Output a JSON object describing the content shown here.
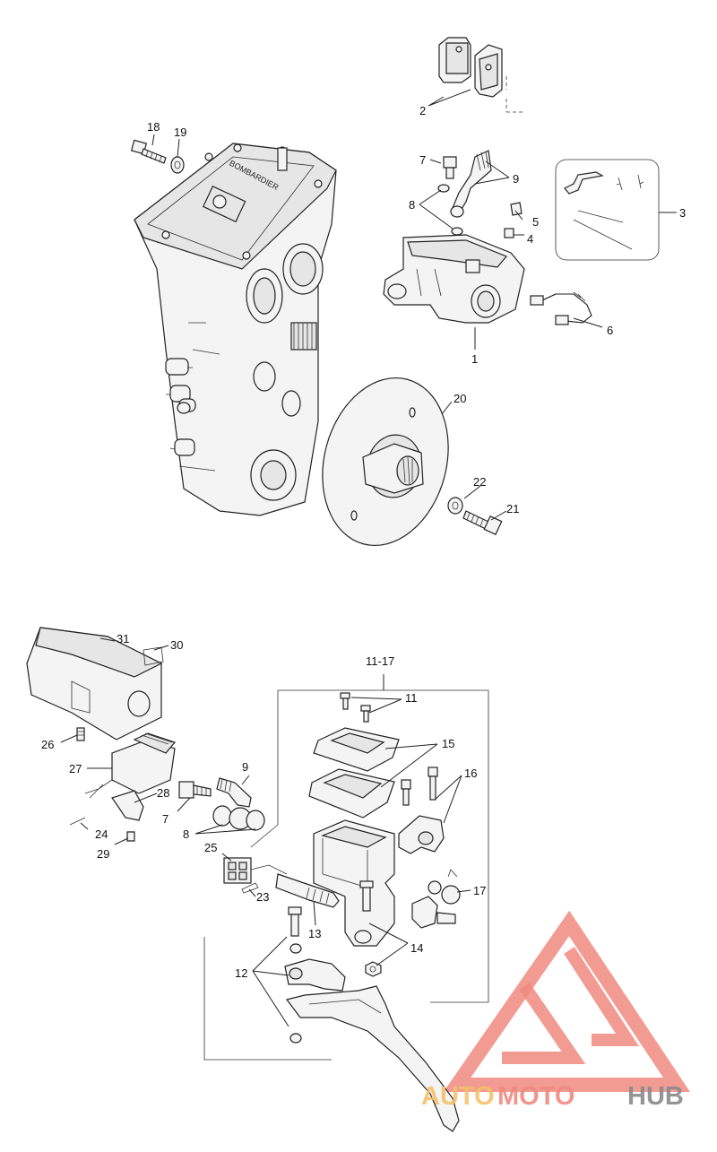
{
  "callouts": {
    "c1": "1",
    "c2": "2",
    "c3": "3",
    "c4": "4",
    "c5": "5",
    "c6": "6",
    "c7a": "7",
    "c7b": "7",
    "c8a": "8",
    "c8b": "8",
    "c9a": "9",
    "c9b": "9",
    "c11": "11",
    "c11_17": "11-17",
    "c12": "12",
    "c13": "13",
    "c14": "14",
    "c15": "15",
    "c16": "16",
    "c17": "17",
    "c18": "18",
    "c19": "19",
    "c20": "20",
    "c21": "21",
    "c22": "22",
    "c23": "23",
    "c24": "24",
    "c25": "25",
    "c26": "26",
    "c27": "27",
    "c28": "28",
    "c29": "29",
    "c30": "30",
    "c31": "31"
  },
  "gearbox": {
    "cover_text": "BOMBARDIER"
  },
  "watermark": {
    "part1": "AUTO",
    "part2": "MOTO",
    "part3": "HUB"
  },
  "colors": {
    "watermark_red": "#f08a80",
    "watermark_orange": "#f7c06a",
    "watermark_gray": "#8a8a8a"
  }
}
